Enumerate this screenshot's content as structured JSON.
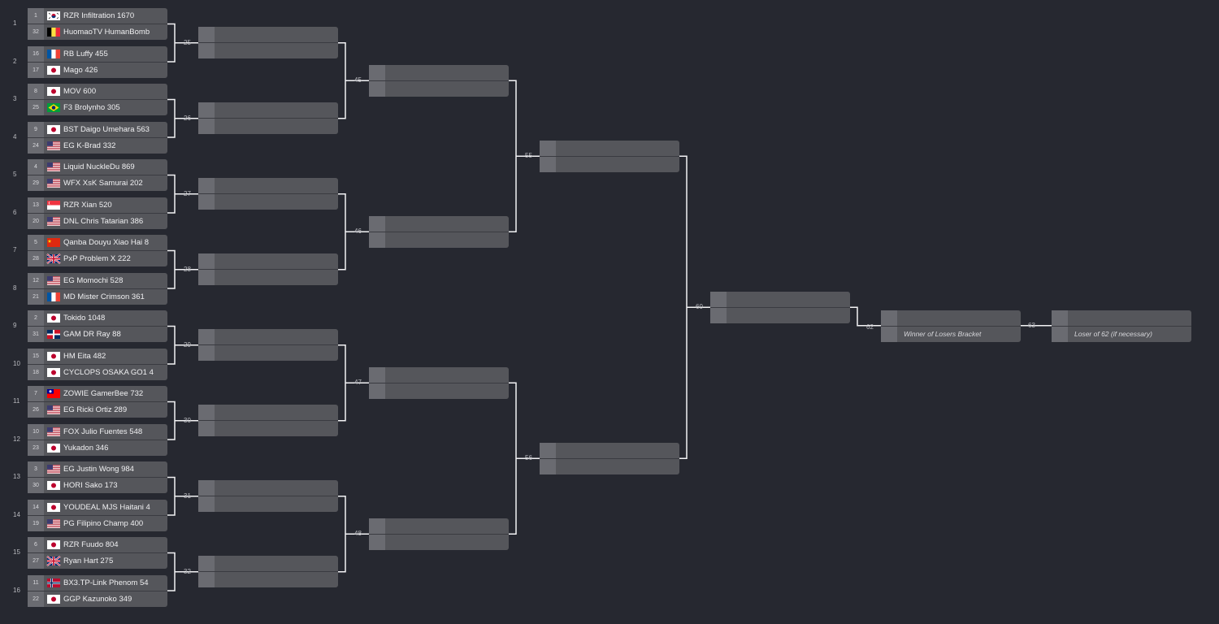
{
  "round1": [
    {
      "num": "1",
      "p1": {
        "seed": "1",
        "flag": "kr",
        "name": "RZR Infiltration 1670"
      },
      "p2": {
        "seed": "32",
        "flag": "be",
        "name": "HuomaoTV HumanBomb"
      }
    },
    {
      "num": "2",
      "p1": {
        "seed": "16",
        "flag": "fr",
        "name": "RB Luffy 455"
      },
      "p2": {
        "seed": "17",
        "flag": "jp",
        "name": "Mago 426"
      }
    },
    {
      "num": "3",
      "p1": {
        "seed": "8",
        "flag": "jp",
        "name": "MOV 600"
      },
      "p2": {
        "seed": "25",
        "flag": "br",
        "name": "F3 Brolynho 305"
      }
    },
    {
      "num": "4",
      "p1": {
        "seed": "9",
        "flag": "jp",
        "name": "BST Daigo Umehara 563"
      },
      "p2": {
        "seed": "24",
        "flag": "us",
        "name": "EG K-Brad 332"
      }
    },
    {
      "num": "5",
      "p1": {
        "seed": "4",
        "flag": "us",
        "name": "Liquid NuckleDu 869"
      },
      "p2": {
        "seed": "29",
        "flag": "us",
        "name": "WFX XsK Samurai 202"
      }
    },
    {
      "num": "6",
      "p1": {
        "seed": "13",
        "flag": "sg",
        "name": "RZR Xian 520"
      },
      "p2": {
        "seed": "20",
        "flag": "us",
        "name": "DNL Chris Tatarian 386"
      }
    },
    {
      "num": "7",
      "p1": {
        "seed": "5",
        "flag": "cn",
        "name": "Qanba Douyu Xiao Hai 8"
      },
      "p2": {
        "seed": "28",
        "flag": "gb",
        "name": "PxP Problem X 222"
      }
    },
    {
      "num": "8",
      "p1": {
        "seed": "12",
        "flag": "us",
        "name": "EG Momochi 528"
      },
      "p2": {
        "seed": "21",
        "flag": "fr",
        "name": "MD Mister Crimson 361"
      }
    },
    {
      "num": "9",
      "p1": {
        "seed": "2",
        "flag": "jp",
        "name": "Tokido 1048"
      },
      "p2": {
        "seed": "31",
        "flag": "do",
        "name": "GAM DR Ray 88"
      }
    },
    {
      "num": "10",
      "p1": {
        "seed": "15",
        "flag": "jp",
        "name": "HM Eita 482"
      },
      "p2": {
        "seed": "18",
        "flag": "jp",
        "name": "CYCLOPS OSAKA GO1 4"
      }
    },
    {
      "num": "11",
      "p1": {
        "seed": "7",
        "flag": "tw",
        "name": "ZOWIE GamerBee 732"
      },
      "p2": {
        "seed": "26",
        "flag": "us",
        "name": "EG Ricki Ortiz 289"
      }
    },
    {
      "num": "12",
      "p1": {
        "seed": "10",
        "flag": "us",
        "name": "FOX Julio Fuentes 548"
      },
      "p2": {
        "seed": "23",
        "flag": "jp",
        "name": "Yukadon 346"
      }
    },
    {
      "num": "13",
      "p1": {
        "seed": "3",
        "flag": "us",
        "name": "EG Justin Wong 984"
      },
      "p2": {
        "seed": "30",
        "flag": "jp",
        "name": "HORI Sako 173"
      }
    },
    {
      "num": "14",
      "p1": {
        "seed": "14",
        "flag": "jp",
        "name": "YOUDEAL MJS Haitani 4"
      },
      "p2": {
        "seed": "19",
        "flag": "us",
        "name": "PG Filipino Champ 400"
      }
    },
    {
      "num": "15",
      "p1": {
        "seed": "6",
        "flag": "jp",
        "name": "RZR Fuudo 804"
      },
      "p2": {
        "seed": "27",
        "flag": "gb",
        "name": "Ryan Hart 275"
      }
    },
    {
      "num": "16",
      "p1": {
        "seed": "11",
        "flag": "no",
        "name": "BX3.TP-Link Phenom 54"
      },
      "p2": {
        "seed": "22",
        "flag": "jp",
        "name": "GGP Kazunoko 349"
      }
    }
  ],
  "round2_nums": [
    "25",
    "26",
    "27",
    "28",
    "29",
    "30",
    "31",
    "32"
  ],
  "round3_nums": [
    "45",
    "46",
    "47",
    "48"
  ],
  "round4_nums": [
    "55",
    "56"
  ],
  "round5_num": "60",
  "final_num": "62",
  "reset_num": "63",
  "final_placeholder": "Winner of Losers Bracket",
  "reset_placeholder": "Loser of 62 (if necessary)"
}
